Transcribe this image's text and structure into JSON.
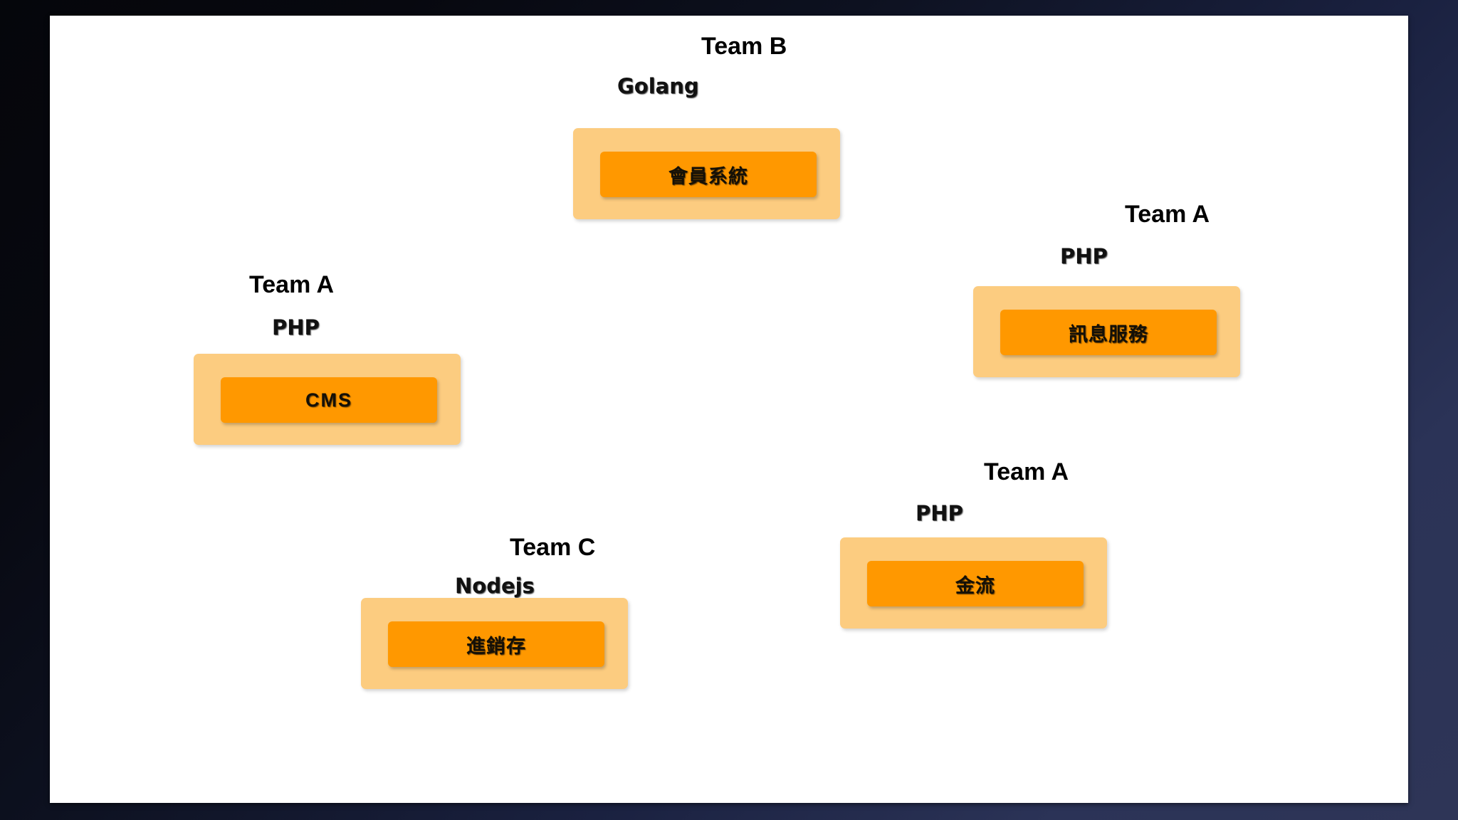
{
  "slide": {
    "background_outer_start": "#05060b",
    "background_outer_end": "#2e3557",
    "canvas_color": "#ffffff",
    "card_outer_color": "#fccc80",
    "card_inner_color": "#ff9800"
  },
  "cards": [
    {
      "id": "member-system",
      "team": "Team B",
      "stack": "Golang",
      "service": "會員系統",
      "latin": false
    },
    {
      "id": "message-service",
      "team": "Team A",
      "stack": "PHP",
      "service": "訊息服務",
      "latin": false
    },
    {
      "id": "cms",
      "team": "Team A",
      "stack": "PHP",
      "service": "CMS",
      "latin": true
    },
    {
      "id": "inventory",
      "team": "Team C",
      "stack": "Nodejs",
      "service": "進銷存",
      "latin": false
    },
    {
      "id": "payment",
      "team": "Team A",
      "stack": "PHP",
      "service": "金流",
      "latin": false
    }
  ]
}
